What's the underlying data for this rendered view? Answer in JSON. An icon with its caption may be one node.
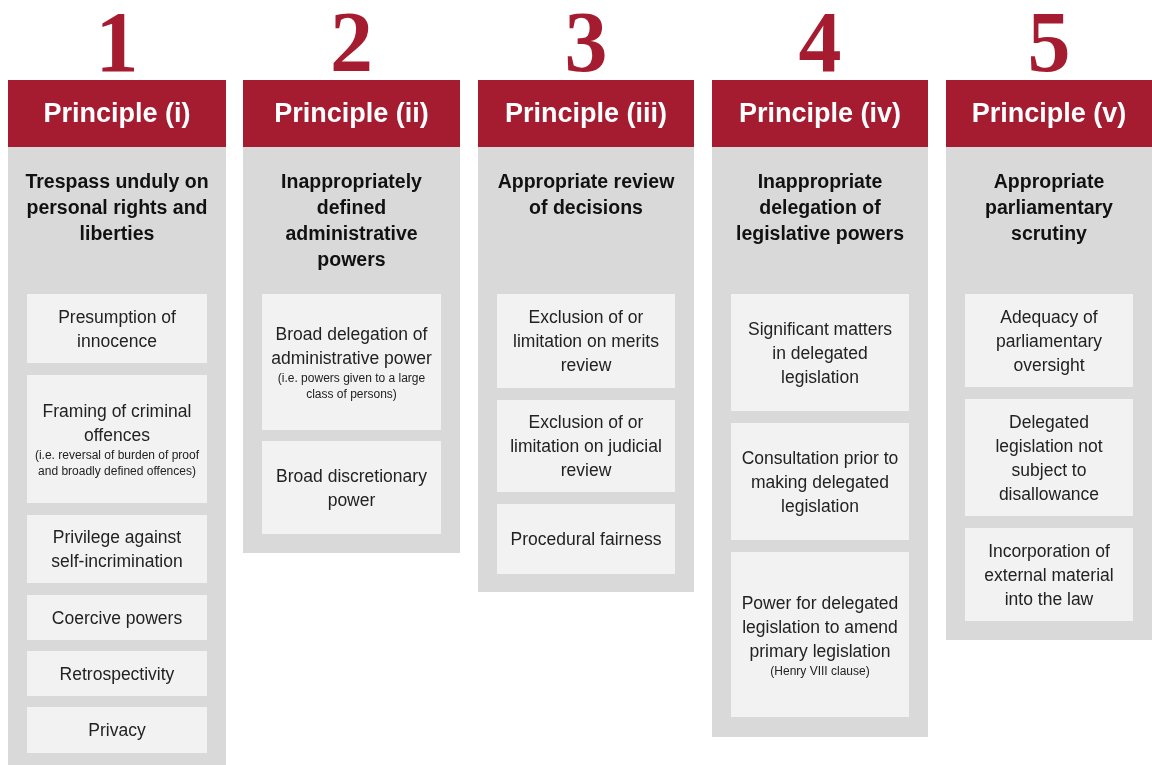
{
  "diagram": {
    "nodes": [
      {
        "text": [
          "Principle (i)",
          "Trespass unduly on personal rights and liberties"
        ],
        "beside": [
          "1"
        ]
      },
      {
        "text": [
          "Presumption of innocence"
        ],
        "in": 0
      },
      {
        "text": [
          "Framing of criminal offences",
          "(i.e. reversal of burden of proof and broadly defined offences)"
        ],
        "in": 0
      },
      {
        "text": [
          "Privilege against self-incrimination"
        ],
        "in": 0
      },
      {
        "text": [
          "Coercive powers"
        ],
        "in": 0
      },
      {
        "text": [
          "Retrospectivity"
        ],
        "in": 0
      },
      {
        "text": [
          "Privacy"
        ],
        "in": 0
      },
      {
        "text": [
          "Principle (ii)",
          "Inappropriately defined administrative powers"
        ],
        "beside": [
          "2"
        ]
      },
      {
        "text": [
          "Broad delegation of administrative power",
          "(i.e. powers given to a large class of persons)"
        ],
        "in": 7
      },
      {
        "text": [
          "Broad discretionary power"
        ],
        "in": 7
      },
      {
        "text": [
          "Principle (iii)",
          "Appropriate review of decisions"
        ],
        "beside": [
          "3"
        ]
      },
      {
        "text": [
          "Exclusion of or limitation on merits review"
        ],
        "in": 10
      },
      {
        "text": [
          "Exclusion of or limitation on judicial review"
        ],
        "in": 10
      },
      {
        "text": [
          "Procedural fairness"
        ],
        "in": 10
      },
      {
        "text": [
          "Principle (iv)",
          "Inappropriate delegation of legislative powers"
        ],
        "beside": [
          "4"
        ]
      },
      {
        "text": [
          "Significant matters in delegated legislation"
        ],
        "in": 14
      },
      {
        "text": [
          "Consultation prior to making delegated legislation"
        ],
        "in": 14
      },
      {
        "text": [
          "Power for delegated legislation to amend primary legislation",
          "(Henry VIII clause)"
        ],
        "in": 14
      },
      {
        "text": [
          "Principle (v)",
          "Appropriate parliamentary scrutiny"
        ],
        "beside": [
          "5"
        ]
      },
      {
        "text": [
          "Adequacy of parliamentary oversight"
        ],
        "in": 18
      },
      {
        "text": [
          "Delegated legislation not subject to disallowance"
        ],
        "in": 18
      },
      {
        "text": [
          "Incorporation of external material into the law"
        ],
        "in": 18
      }
    ]
  }
}
